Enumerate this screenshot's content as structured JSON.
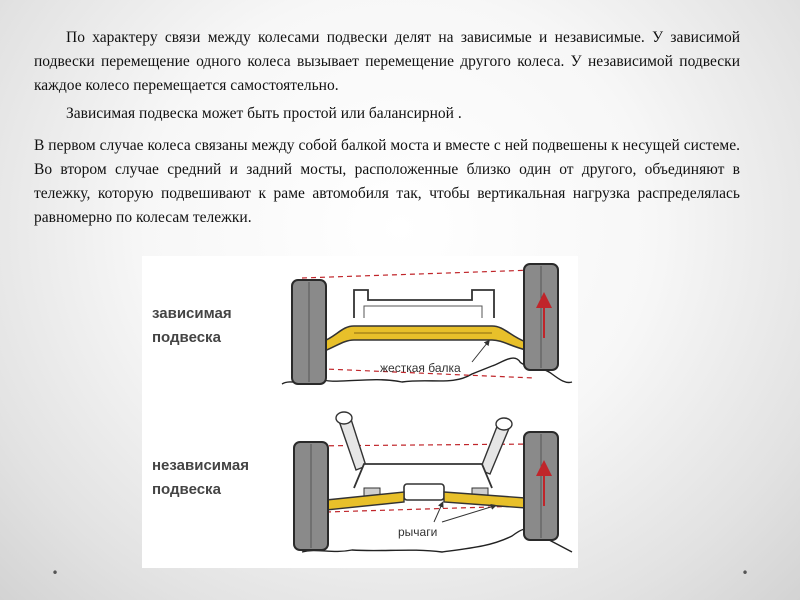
{
  "paragraphs": {
    "p1": "По характеру связи между колесами подвески делят на зависимые и независимые. У зависимой подвески перемещение одного колеса вызывает перемещение другого колеса. У независимой подвески каждое колесо перемещается самостоятельно.",
    "p2": "Зависимая подвеска может быть простой или балансирной .",
    "p3": "В первом случае колеса связаны между собой балкой моста и вместе с ней подвешены к несущей системе. Во втором случае средний и задний мосты, расположенные близко один от другого, объединяют в тележку, которую подвешивают к раме автомобиля так, чтобы вертикальная нагрузка распределялась равномерно по колесам тележки."
  },
  "diagram": {
    "dependent_label_line1": "зависимая",
    "dependent_label_line2": "подвеска",
    "rigid_beam_label": "жесткая балка",
    "independent_label_line1": "независимая",
    "independent_label_line2": "подвеска",
    "levers_label": "рычаги",
    "colors": {
      "beam": "#e8c02a",
      "tire": "#8a8a8a",
      "frame": "#ffffff",
      "arrow": "#c0252a",
      "dash": "#c0252a"
    }
  },
  "bullets": {
    "left_icon": "bullet-dot-icon",
    "right_icon": "bullet-dot-icon",
    "glyph": "•"
  }
}
